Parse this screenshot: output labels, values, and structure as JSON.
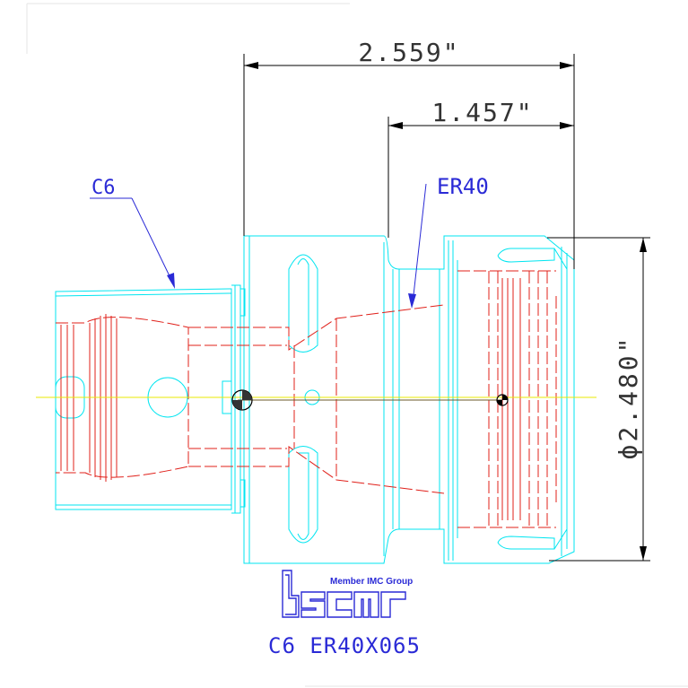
{
  "dimensions": {
    "overall_length": "2.559\"",
    "collet_length": "1.457\"",
    "diameter": "ϕ2.480\""
  },
  "callouts": {
    "shank": "C6",
    "collet": "ER40"
  },
  "logo": {
    "tagline": "Member IMC Group",
    "brand": "iscar"
  },
  "part_number": "C6 ER40X065",
  "colors": {
    "outline": "#00e5f0",
    "hidden": "#e0201a",
    "dimension": "#000000",
    "callout": "#2a2ad6",
    "centerline": "#e8e800",
    "axis": "#6b5a2a"
  }
}
